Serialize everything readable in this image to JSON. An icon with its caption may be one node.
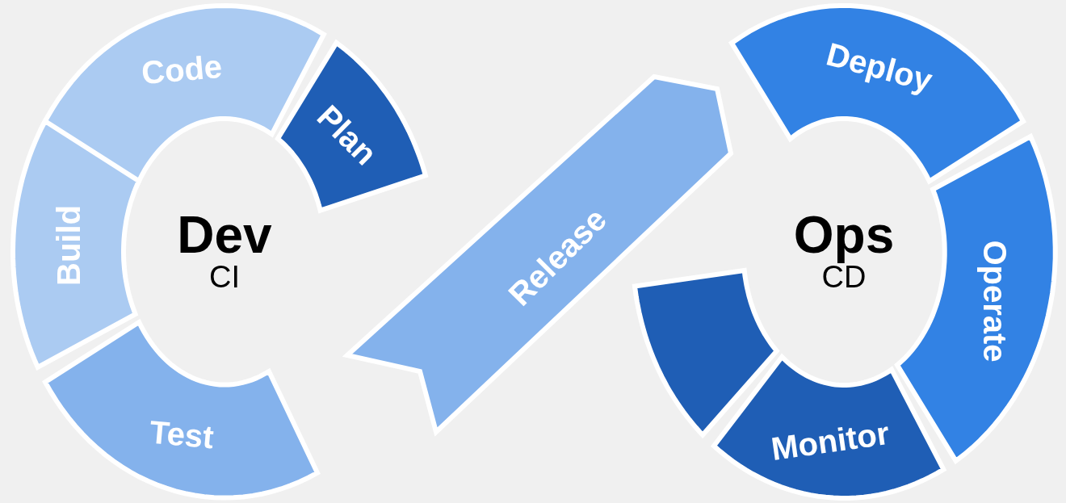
{
  "diagram": {
    "nodes": [
      {
        "text": [
          "Plan"
        ]
      },
      {
        "text": [
          "Code"
        ]
      },
      {
        "text": [
          "Build"
        ]
      },
      {
        "text": [
          "Test"
        ]
      },
      {
        "text": [
          "Release"
        ]
      },
      {
        "text": [
          "Deploy"
        ]
      },
      {
        "text": [
          "Operate"
        ]
      },
      {
        "text": [
          "Monitor"
        ]
      },
      {
        "text": [],
        "shape": "box"
      },
      {
        "text": [
          "Dev",
          "CI"
        ]
      },
      {
        "text": [
          "Ops",
          "CD"
        ]
      }
    ]
  }
}
